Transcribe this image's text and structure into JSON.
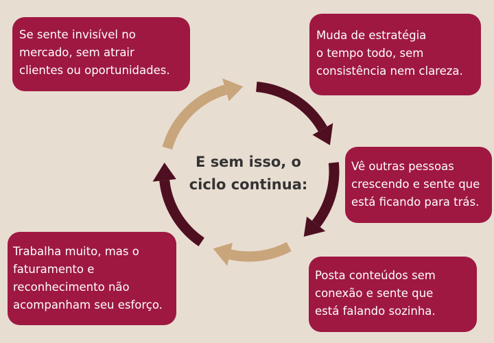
{
  "center_text": [
    "E sem isso, o",
    "ciclo continua:"
  ],
  "boxes": [
    {
      "lines": [
        "Se sente invisível no",
        "mercado, sem atrair",
        "clientes ou oportunidades."
      ]
    },
    {
      "lines": [
        "Muda de estratégia",
        "o tempo todo, sem",
        "consistência nem clareza."
      ]
    },
    {
      "lines": [
        "Vê outras pessoas",
        "crescendo e sente que",
        "está ficando para trás."
      ]
    },
    {
      "lines": [
        "Posta conteúdos sem",
        "conexão e sente que",
        "está falando sozinha."
      ]
    },
    {
      "lines": [
        "Trabalha muito, mas o",
        "faturamento e",
        "reconhecimento não",
        "acompanham seu esforço."
      ]
    }
  ],
  "colors": {
    "background": "#e8ddd1",
    "box": "#9e1842",
    "arrow_dark": "#4e0f21",
    "arrow_light": "#c9a57b"
  }
}
